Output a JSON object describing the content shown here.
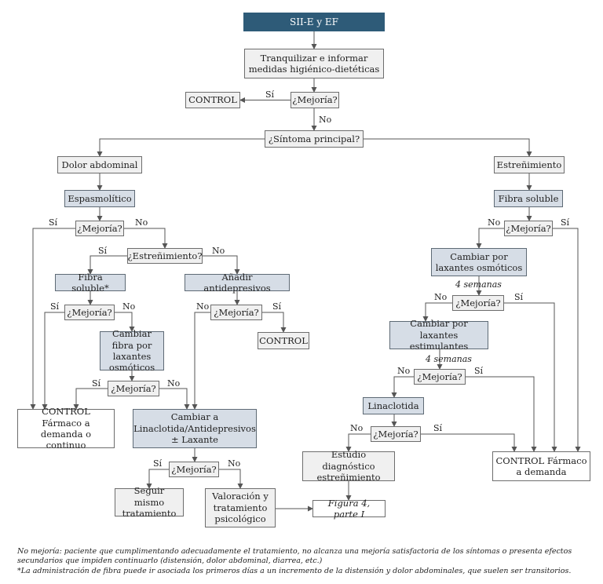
{
  "nodes": {
    "sii": "SII-E y EF",
    "tranquilizar": "Tranquilizar e informar medidas higiénico-dietéticas",
    "mejoria_1": "¿Mejoría?",
    "control_top": "CONTROL",
    "sintoma": "¿Síntoma principal?",
    "dolor": "Dolor abdominal",
    "estrenimiento": "Estreñimiento",
    "espasmolitico": "Espasmolítico",
    "mejoria_espas": "¿Mejoría?",
    "pregunta_estren": "¿Estreñimiento?",
    "fibra_soluble_star": "Fibra soluble*",
    "anadir_antidep": "Añadir antidepresivos",
    "mejoria_fibra_left": "¿Mejoría?",
    "mejoria_antidep": "¿Mejoría?",
    "control_antidep": "CONTROL",
    "cambiar_fibra": "Cambiar fibra por laxantes osmóticos",
    "mejoria_cambiar_fibra": "¿Mejoría?",
    "control_farmaco_left": "CONTROL Fármaco a demanda o continuo",
    "cambiar_linaclotida": "Cambiar a Linaclotida/Antidepresivos ± Laxante",
    "mejoria_linaclotida_left": "¿Mejoría?",
    "seguir": "Seguir mismo tratamiento",
    "valoracion": "Valoración y tratamiento psicológico",
    "figura4": "Figura 4, parte I",
    "fibra_soluble_right": "Fibra soluble",
    "mejoria_fibra_right": "¿Mejoría?",
    "cambiar_osmoticos": "Cambiar por laxantes osmóticos",
    "mejoria_osmoticos": "¿Mejoría?",
    "cambiar_estimulantes": "Cambiar por laxantes estimulantes",
    "mejoria_estimulantes": "¿Mejoría?",
    "linaclotida": "Linaclotida",
    "mejoria_linaclotida_right": "¿Mejoría?",
    "estudio": "Estudio diagnóstico estreñimiento",
    "control_farmaco_right": "CONTROL Fármaco a demanda"
  },
  "labels": {
    "si": "Sí",
    "no": "No",
    "cuatro_semanas": "4 semanas"
  },
  "notes": {
    "line1": "No mejoría: paciente que cumplimentando adecuadamente el tratamiento, no alcanza una mejoría satisfactoria de los síntomas o presenta efectos secundarios que impiden continuarlo (distensión, dolor abdominal, diarrea, etc.)",
    "line2": "*La administración de fibra puede ir asociada los primeros días a un incremento de la distensión y dolor abdominales, que suelen ser transitorios."
  },
  "colors": {
    "header_fill": "#2e5b78",
    "blue_fill": "#d6dde6",
    "grey_fill": "#f0f0f0",
    "line": "#555555"
  }
}
